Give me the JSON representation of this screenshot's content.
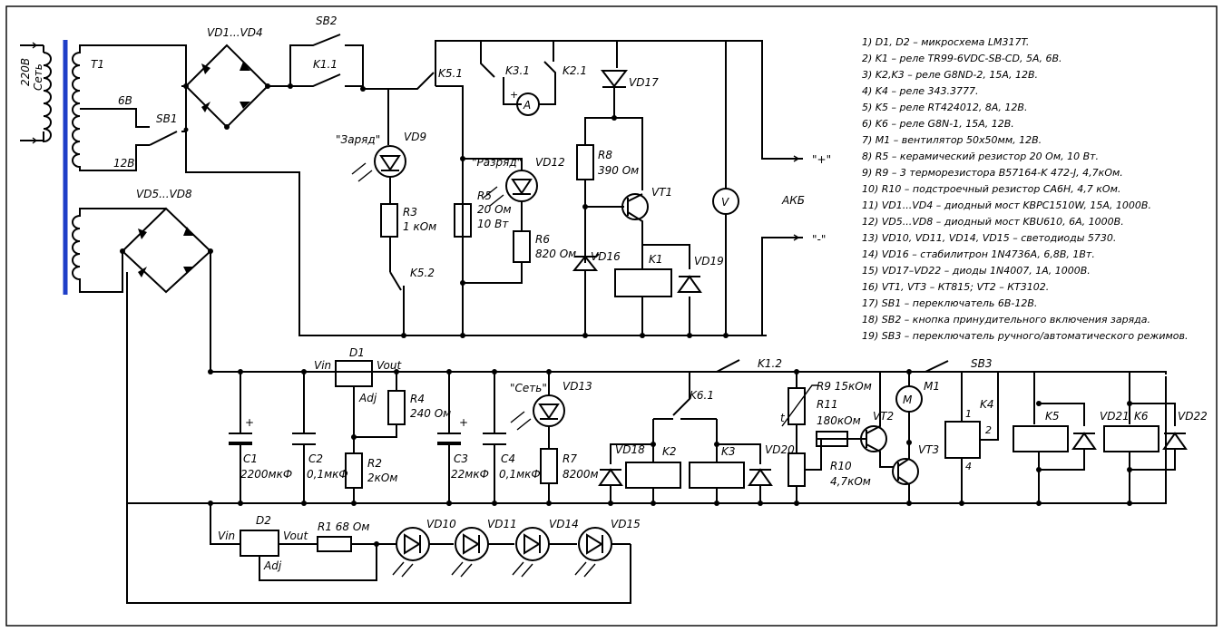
{
  "labels": {
    "mains": "220В",
    "mains2": "Сеть",
    "t1": "T1",
    "tap6": "6В",
    "tap12": "12В",
    "sb1": "SB1",
    "sb2": "SB2",
    "sb3": "SB3",
    "vd1vd4": "VD1...VD4",
    "vd5vd8": "VD5...VD8",
    "k11": "K1.1",
    "k51": "K5.1",
    "k52": "K5.2",
    "k31": "K3.1",
    "k21": "K2.1",
    "k12": "K1.2",
    "k61": "K6.1",
    "vd9": "VD9",
    "vd9txt": "\"Заряд\"",
    "vd12": "VD12",
    "vd12txt": "\"Разряд\"",
    "vd13": "VD13",
    "vd13txt": "\"Сеть\"",
    "vd16": "VD16",
    "vd17": "VD17",
    "vd18": "VD18",
    "vd19": "VD19",
    "vd20": "VD20",
    "vd21": "VD21",
    "vd22": "VD22",
    "vd10": "VD10",
    "vd11": "VD11",
    "vd14": "VD14",
    "vd15": "VD15",
    "r3": "R3",
    "r3v": "1 кОм",
    "r5": "R5",
    "r5v": "20 Ом",
    "r5p": "10 Вт",
    "r6": "R6",
    "r6v": "820 Ом",
    "r8": "R8",
    "r8v": "390 Ом",
    "vt1": "VT1",
    "vt2": "VT2",
    "vt3": "VT3",
    "k1": "K1",
    "k2": "K2",
    "k3": "K3",
    "k4": "K4",
    "k5": "K5",
    "k6": "K6",
    "ammeter": "A",
    "voltmeter": "V",
    "motor": "M",
    "m1": "M1",
    "akb": "АКБ",
    "plus": "\"+\"",
    "minus": "\"-\"",
    "d1": "D1",
    "d2": "D2",
    "vin": "Vin",
    "vout": "Vout",
    "adj": "Adj",
    "vin2": "Vin",
    "vout2": "Vout",
    "adj2": "Adj",
    "c1": "C1",
    "c1v": "2200мкФ",
    "c2": "C2",
    "c2v": "0,1мкФ",
    "c3": "C3",
    "c3v": "22мкФ",
    "c4": "C4",
    "c4v": "0,1мкФ",
    "r2": "R2",
    "r2v": "2кОм",
    "r4": "R4",
    "r4v": "240 Ом",
    "r7": "R7",
    "r7v": "8200м",
    "r1": "R1 68 Ом",
    "r9": "R9 15кОм",
    "r11": "R11",
    "r11v": "180кОм",
    "r10": "R10",
    "r10v": "4,7кОм",
    "t_mark": "t",
    "k4p1": "1",
    "k4p2": "2",
    "k4p4": "4",
    "plus_c1": "+",
    "plus_c3": "+",
    "amm_plus": "+"
  },
  "notes": [
    "1) D1, D2 – микросхема LM317T.",
    "2) K1 – реле TR99-6VDC-SB-CD, 5А, 6В.",
    "3) K2,K3 – реле G8ND-2, 15А, 12В.",
    "4) K4 – реле 343.3777.",
    "5) K5 – реле RT424012, 8А, 12В.",
    "6) K6 – реле G8N-1, 15А, 12В.",
    "7) M1 – вентилятор 50х50мм, 12В.",
    "8) R5 – керамический резистор 20 Ом, 10 Вт.",
    "9) R9 – 3 терморезистора B57164-K 472-J, 4,7кОм.",
    "10) R10 – подстроечный резистор СА6Н, 4,7 кОм.",
    "11) VD1...VD4 – диодный мост KBPC1510W, 15А, 1000В.",
    "12) VD5...VD8 – диодный мост KBU610, 6А, 1000В.",
    "13) VD10, VD11, VD14, VD15 – светодиоды 5730.",
    "14) VD16 – стабилитрон 1N4736A, 6,8В, 1Вт.",
    "15) VD17–VD22 – диоды 1N4007, 1А, 1000В.",
    "16) VT1, VT3 – КТ815; VT2 – КТ3102.",
    "17) SB1 – переключатель 6В-12В.",
    "18) SB2 – кнопка принудительного включения заряда.",
    "19) SB3 – переключатель ручного/автоматического режимов."
  ],
  "colors": {
    "core": "#1f3fc8",
    "ink": "#000000",
    "background": "#ffffff"
  }
}
